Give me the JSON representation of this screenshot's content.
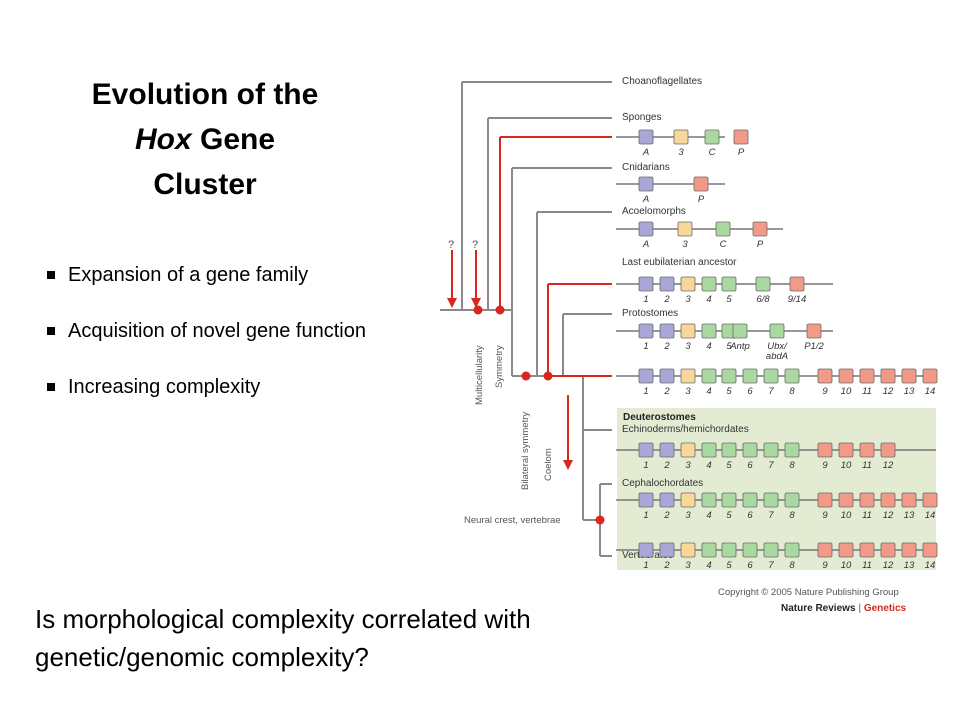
{
  "title": {
    "line1": "Evolution of the",
    "line2_italic": "Hox",
    "line2_rest": " Gene",
    "line3": "Cluster"
  },
  "bullets": [
    "Expansion of a gene family",
    "Acquisition of novel gene function",
    "Increasing complexity"
  ],
  "question": "Is morphological complexity correlated with genetic/genomic complexity?",
  "diagram": {
    "taxa": [
      {
        "name": "Choanoflagellates",
        "genes": []
      },
      {
        "name": "Sponges",
        "genes": [
          [
            "A",
            "p"
          ],
          [
            "3",
            "y"
          ],
          [
            "C",
            "g"
          ],
          [
            "P",
            "r"
          ]
        ]
      },
      {
        "name": "Cnidarians",
        "genes": [
          [
            "A",
            "p"
          ],
          [
            "P",
            "r"
          ]
        ]
      },
      {
        "name": "Acoelomorphs",
        "genes": [
          [
            "A",
            "p"
          ],
          [
            "3",
            "y"
          ],
          [
            "C",
            "g"
          ],
          [
            "P",
            "r"
          ]
        ]
      },
      {
        "name": "Last eubilaterian ancestor",
        "genes": [
          [
            "1",
            "p"
          ],
          [
            "2",
            "p"
          ],
          [
            "3",
            "y"
          ],
          [
            "4",
            "g"
          ],
          [
            "5",
            "g"
          ],
          [
            "6/8",
            "g"
          ],
          [
            "9/14",
            "r"
          ]
        ]
      },
      {
        "name": "Protostomes",
        "genes": [
          [
            "1",
            "p"
          ],
          [
            "2",
            "p"
          ],
          [
            "3",
            "y"
          ],
          [
            "4",
            "g"
          ],
          [
            "5",
            "g"
          ],
          [
            "Antp",
            "g"
          ],
          [
            "Ubx/ abdA",
            "g"
          ],
          [
            "P1/2",
            "r"
          ]
        ]
      },
      {
        "name": "",
        "genes": [
          [
            "1",
            "p"
          ],
          [
            "2",
            "p"
          ],
          [
            "3",
            "y"
          ],
          [
            "4",
            "g"
          ],
          [
            "5",
            "g"
          ],
          [
            "6",
            "g"
          ],
          [
            "7",
            "g"
          ],
          [
            "8",
            "g"
          ],
          [
            "9",
            "r"
          ],
          [
            "10",
            "r"
          ],
          [
            "11",
            "r"
          ],
          [
            "12",
            "r"
          ],
          [
            "13",
            "r"
          ],
          [
            "14",
            "r"
          ]
        ]
      },
      {
        "name": "Echinoderms/hemichordates",
        "genes": [
          [
            "1",
            "p"
          ],
          [
            "2",
            "p"
          ],
          [
            "3",
            "y"
          ],
          [
            "4",
            "g"
          ],
          [
            "5",
            "g"
          ],
          [
            "6",
            "g"
          ],
          [
            "7",
            "g"
          ],
          [
            "8",
            "g"
          ],
          [
            "9",
            "r"
          ],
          [
            "10",
            "r"
          ],
          [
            "11",
            "r"
          ],
          [
            "12",
            "r"
          ]
        ]
      },
      {
        "name": "Cephalochordates",
        "genes": [
          [
            "1",
            "p"
          ],
          [
            "2",
            "p"
          ],
          [
            "3",
            "y"
          ],
          [
            "4",
            "g"
          ],
          [
            "5",
            "g"
          ],
          [
            "6",
            "g"
          ],
          [
            "7",
            "g"
          ],
          [
            "8",
            "g"
          ],
          [
            "9",
            "r"
          ],
          [
            "10",
            "r"
          ],
          [
            "11",
            "r"
          ],
          [
            "12",
            "r"
          ],
          [
            "13",
            "r"
          ],
          [
            "14",
            "r"
          ]
        ]
      },
      {
        "name": "Vertebrates",
        "genes": [
          [
            "1",
            "p"
          ],
          [
            "2",
            "p"
          ],
          [
            "3",
            "y"
          ],
          [
            "4",
            "g"
          ],
          [
            "5",
            "g"
          ],
          [
            "6",
            "g"
          ],
          [
            "7",
            "g"
          ],
          [
            "8",
            "g"
          ],
          [
            "9",
            "r"
          ],
          [
            "10",
            "r"
          ],
          [
            "11",
            "r"
          ],
          [
            "12",
            "r"
          ],
          [
            "13",
            "r"
          ],
          [
            "14",
            "r"
          ]
        ]
      }
    ],
    "group_label": "Deuterostomes",
    "node_labels": [
      "Multicellularity",
      "Symmetry",
      "Bilateral symmetry",
      "Coelom",
      "Neural crest, vertebrae"
    ],
    "question_mark": "?",
    "copyright": "Copyright © 2005 Nature Publishing Group",
    "journal": "Nature Reviews",
    "journal_section": "Genetics",
    "colors": {
      "p": "#a9a6d8",
      "y": "#f7d79a",
      "g": "#a9d9a0",
      "r": "#f29a88",
      "red_line": "#d8281e",
      "shade": "#e3ecd3"
    }
  }
}
